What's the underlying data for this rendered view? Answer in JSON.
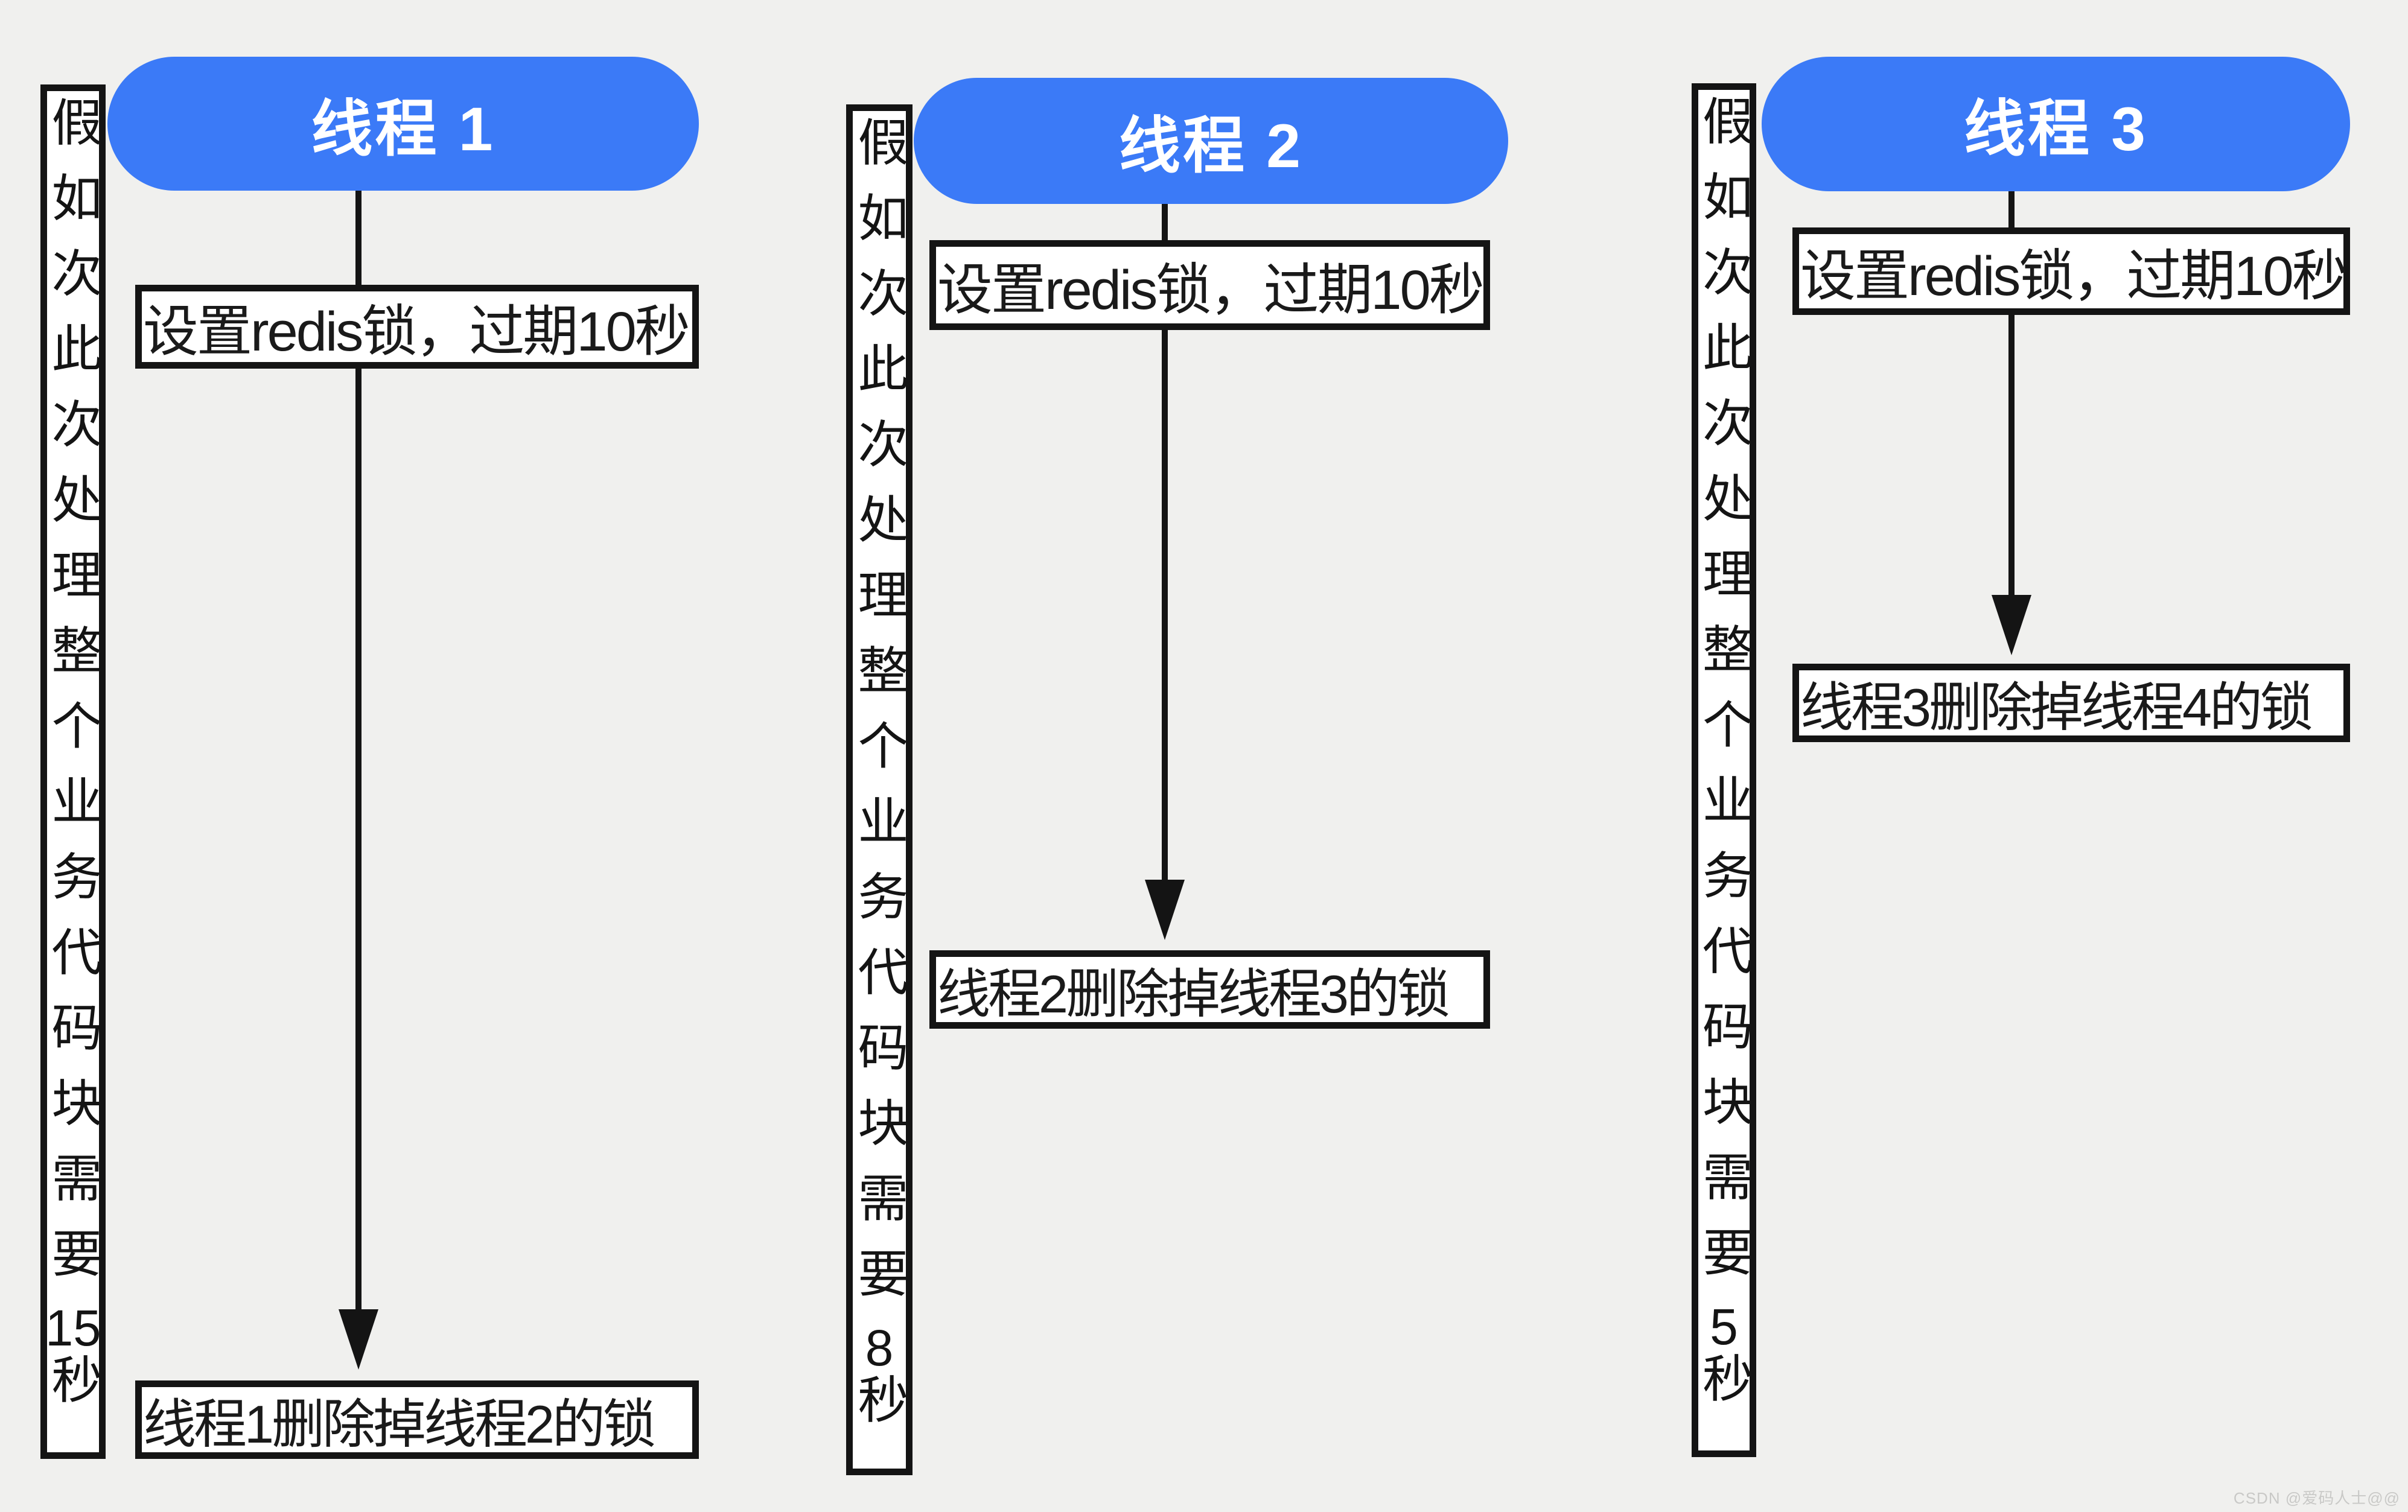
{
  "page": {
    "watermark": "CSDN @爱码人士@@",
    "background_color": "#f0f0ee"
  },
  "colors": {
    "pill_blue": "#3b7af7",
    "pill_text": "#ffffff",
    "box_background": "#ffffff",
    "box_border": "#141414",
    "text": "#1a1a1a",
    "watermark_gray": "#c9c9c7"
  },
  "columns": [
    {
      "pill_label": "线程 1",
      "note_pre": "假如次此次处理整个业务代码块需要",
      "note_num": "15",
      "note_post": "秒",
      "note_full": "假如次此次处理整个业务代码块需要15秒",
      "step1": "设置redis锁，过期10秒",
      "step2": "线程1删除掉线程2的锁"
    },
    {
      "pill_label": "线程 2",
      "note_pre": "假如次此次处理整个业务代码块需要",
      "note_num": "8",
      "note_post": "秒",
      "note_full": "假如次此次处理整个业务代码块需要8秒",
      "step1": "设置redis锁，过期10秒",
      "step2": "线程2删除掉线程3的锁"
    },
    {
      "pill_label": "线程 3",
      "note_pre": "假如次此次处理整个业务代码块需要",
      "note_num": "5",
      "note_post": "秒",
      "note_full": "假如次此次处理整个业务代码块需要5秒",
      "step1": "设置redis锁，过期10秒",
      "step2": "线程3删除掉线程4的锁"
    }
  ]
}
